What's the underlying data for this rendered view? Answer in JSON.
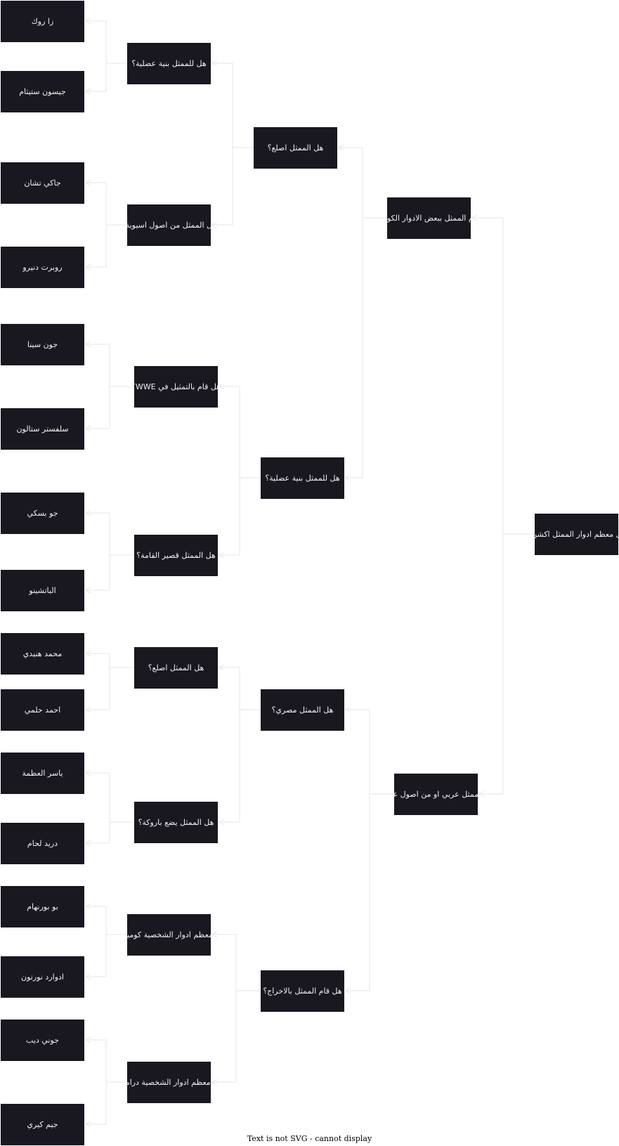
{
  "nodes": {
    "root": "هل معظم ادوار الممثل اكشن؟",
    "comedy": "هل قام الممثل ببعض الادوار الكوميدية؟",
    "arab": "هل الممثل عربي او من اصول عربية؟",
    "bald_a": "هل الممثل اصلع؟",
    "muscular_b": "هل للممثل بنية عضلية؟",
    "egyptian": "هل الممثل مصري؟",
    "directing": "هل قام الممثل بالاخراج؟",
    "muscular_a": "هل للممثل بنية عضلية؟",
    "asian": "هل الممثل من اصول اسيوية؟",
    "wwe": "هل قام بالتمثيل في WWE؟",
    "short": "هل الممثل قصير القامة؟",
    "bald_b": "هل الممثل اصلع؟",
    "wig": "هل الممثل يضع باروكة؟",
    "comic_roles": "هل معظم ادوار الشخصية كوميدية؟",
    "drama_roles": "هل معظم ادوار الشخصية درامية؟",
    "zarok": "زا روك",
    "statham": "جيسون ستيثام",
    "chan": "جاكي تشان",
    "deniro": "روبرت دنيرو",
    "cena": "جون سينا",
    "stallone": "سلفستر ستالون",
    "pesci": "جو بسكي",
    "pacino": "الباتشينو",
    "henedy": "محمد هنيدي",
    "helmy": "احمد حلمي",
    "yasser": "ياسر العظمة",
    "lahham": "دريد لحام",
    "burnham": "بو بورنهام",
    "norton": "ادوارد نورتون",
    "depp": "جوني ديب",
    "carrey": "جيم كيري"
  },
  "footer": "Text is not SVG - cannot display"
}
